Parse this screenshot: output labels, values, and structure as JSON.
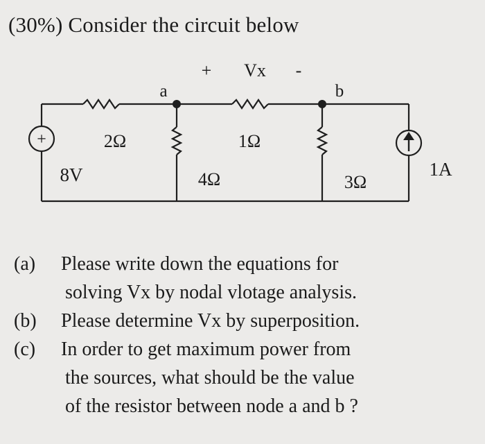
{
  "problem": {
    "title": "(30%) Consider the circuit below"
  },
  "circuit": {
    "vx_plus": "+",
    "vx_label": "Vx",
    "vx_minus": "-",
    "node_a": "a",
    "node_b": "b",
    "source_polarity": "+",
    "r1_label": "2Ω",
    "r2_label": "4Ω",
    "r3_label": "1Ω",
    "r4_label": "3Ω",
    "voltage_source_label": "8V",
    "current_source_label": "1A"
  },
  "questions": [
    {
      "label": "(a)",
      "lines": [
        "Please write down the equations for",
        "solving Vx by nodal vlotage analysis."
      ]
    },
    {
      "label": "(b)",
      "lines": [
        "Please determine Vx by superposition."
      ]
    },
    {
      "label": "(c)",
      "lines": [
        "In order to get maximum power from",
        "the sources, what should be the value",
        "of the resistor between node a and b ?"
      ]
    }
  ]
}
